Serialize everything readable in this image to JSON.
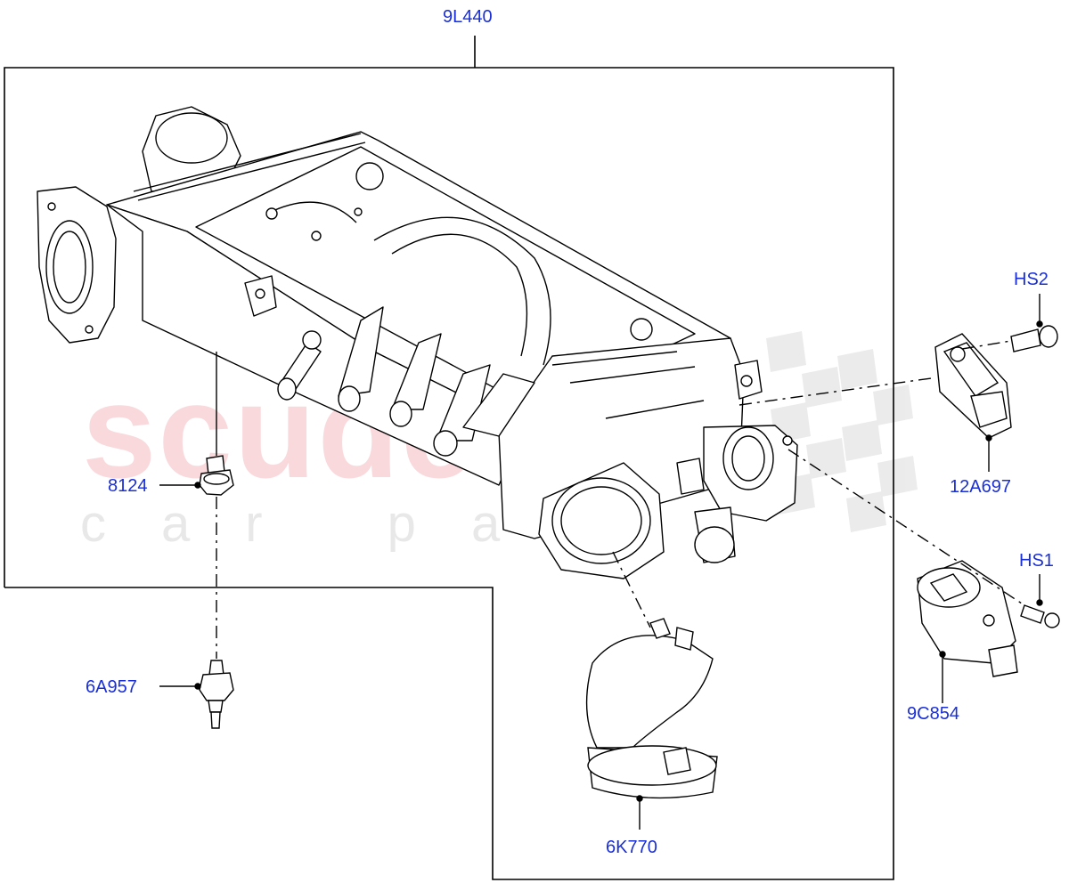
{
  "diagram": {
    "callouts": {
      "assembly": "9L440",
      "sensor_right": "12A697",
      "bolt_top": "HS2",
      "bolt_bottom": "HS1",
      "actuator": "9C854",
      "nut": "8124",
      "valve": "6A957",
      "hose": "6K770"
    }
  },
  "watermark": {
    "main": "scuderia",
    "sub": "car parts"
  },
  "colors": {
    "callout": "#1a2fd6",
    "line": "#000000",
    "watermark_red": "#e87882",
    "watermark_grey": "#bebebe"
  }
}
